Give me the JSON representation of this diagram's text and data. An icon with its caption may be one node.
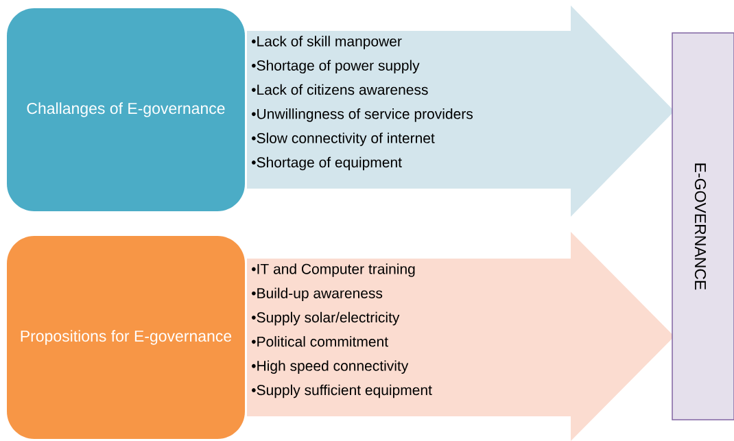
{
  "diagram": {
    "nodes": [
      {
        "text": [
          "Challanges of E-governance"
        ]
      },
      {
        "text": [
          "•Lack of skill manpower",
          "•Shortage of power supply",
          "•Lack of citizens awareness",
          "•Unwillingness of service providers",
          "•Slow connectivity of internet",
          "•Shortage of equipment"
        ]
      },
      {
        "text": [
          "Propositions for E-governance"
        ]
      },
      {
        "text": [
          "•IT and Computer training",
          "•Build-up awareness",
          "•Supply solar/electricity",
          "•Political commitment",
          "•High speed connectivity",
          "•Supply sufficient equipment"
        ]
      },
      {
        "text": [
          "E-GOVERNANCE"
        ]
      }
    ]
  }
}
